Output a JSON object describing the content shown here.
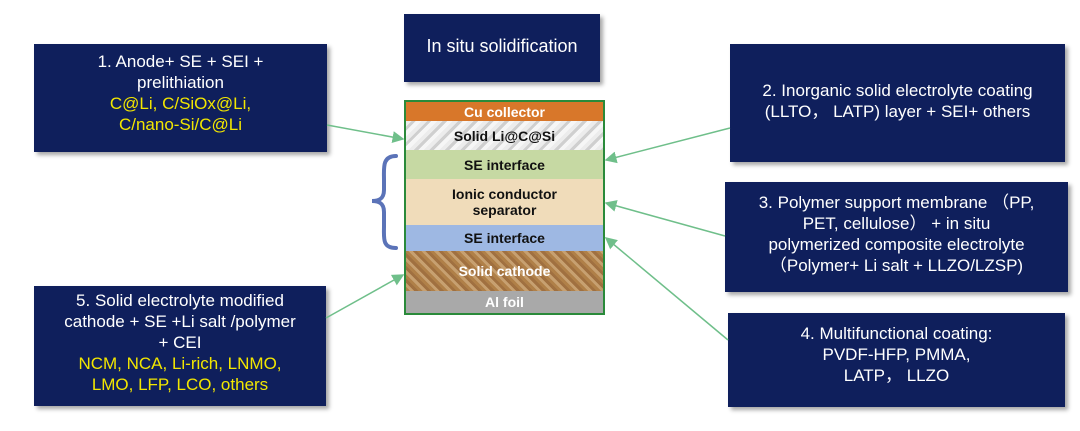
{
  "box_anode": {
    "line1": "1. Anode+ SE + SEI +",
    "line2": "prelithiation",
    "line3": "C@Li, C/SiOx@Li,",
    "line4": "C/nano-Si/C@Li"
  },
  "box_title": {
    "text": "In situ solidification"
  },
  "box_inorganic": {
    "line1": "2. Inorganic solid electrolyte coating",
    "line2": "(LLTO， LATP) layer + SEI+ others"
  },
  "box_polymer": {
    "line1": "3. Polymer support membrane （PP,",
    "line2": "PET, cellulose） + in situ",
    "line3": "polymerized composite electrolyte",
    "line4": "（Polymer+ Li salt + LLZO/LZSP)"
  },
  "box_coating": {
    "line1": "4. Multifunctional coating:",
    "line2": "PVDF-HFP, PMMA,",
    "line3": "LATP， LLZO"
  },
  "box_cathode": {
    "line1": "5. Solid electrolyte modified",
    "line2": "cathode + SE +Li salt /polymer",
    "line3": "+ CEI",
    "line4": "NCM, NCA, Li-rich, LNMO,",
    "line5": "LMO, LFP, LCO, others"
  },
  "layers": {
    "cu": "Cu collector",
    "li": "Solid Li@C@Si",
    "se1": "SE interface",
    "ion1": "Ionic conductor",
    "ion2": "separator",
    "se2": "SE interface",
    "cathode": "Solid cathode",
    "al": "Al foil"
  },
  "colors": {
    "box_bg": "#0f1f5c",
    "highlight_text": "#f2e600",
    "arrow": "#6fbf8a",
    "brace": "#5b73b8"
  }
}
